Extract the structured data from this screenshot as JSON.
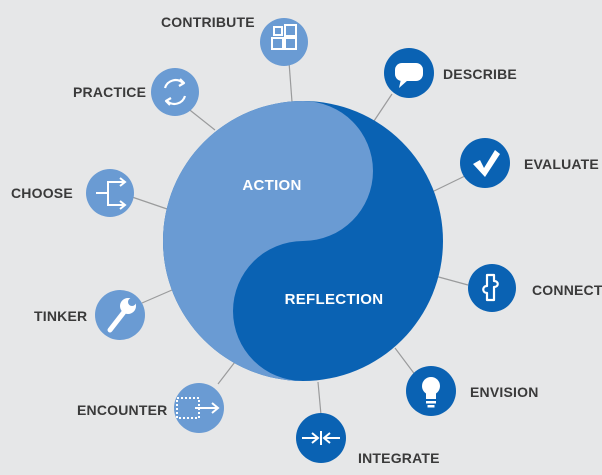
{
  "colors": {
    "background": "#e6e7e8",
    "light_blue": "#6a9bd3",
    "dark_blue": "#0a62b3",
    "label_text": "#3a3a3a",
    "connector": "#9a9b9c"
  },
  "center": {
    "action_label": "ACTION",
    "reflection_label": "REFLECTION"
  },
  "nodes": [
    {
      "id": "contribute",
      "label": "CONTRIBUTE",
      "icon": "grid-blocks-icon",
      "shade": "light"
    },
    {
      "id": "practice",
      "label": "PRACTICE",
      "icon": "cycle-arrows-icon",
      "shade": "light"
    },
    {
      "id": "choose",
      "label": "CHOOSE",
      "icon": "fork-arrow-icon",
      "shade": "light"
    },
    {
      "id": "tinker",
      "label": "TINKER",
      "icon": "wrench-icon",
      "shade": "light"
    },
    {
      "id": "encounter",
      "label": "ENCOUNTER",
      "icon": "dotted-box-arrow-icon",
      "shade": "light"
    },
    {
      "id": "integrate",
      "label": "INTEGRATE",
      "icon": "converging-arrows-icon",
      "shade": "dark"
    },
    {
      "id": "envision",
      "label": "ENVISION",
      "icon": "lightbulb-icon",
      "shade": "dark"
    },
    {
      "id": "connect",
      "label": "CONNECT",
      "icon": "puzzle-piece-icon",
      "shade": "dark"
    },
    {
      "id": "evaluate",
      "label": "EVALUATE",
      "icon": "checkmark-icon",
      "shade": "dark"
    },
    {
      "id": "describe",
      "label": "DESCRIBE",
      "icon": "speech-bubble-icon",
      "shade": "dark"
    }
  ]
}
